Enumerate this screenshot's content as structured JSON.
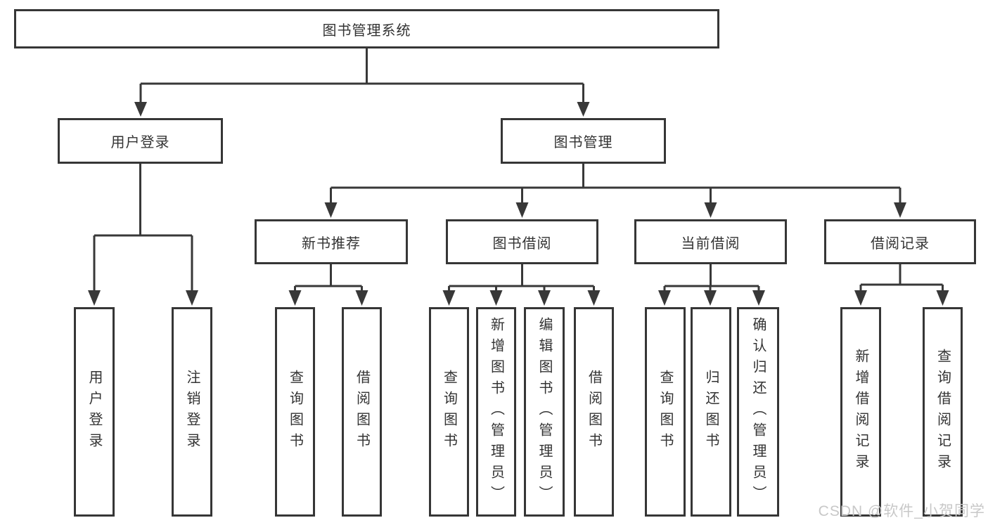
{
  "diagram_type": "hierarchy-tree",
  "style": {
    "line_color": "#383838",
    "box_border_color": "#363636",
    "box_bg": "#ffffff",
    "text_color": "#333333",
    "watermark_color": "#c8c8c8",
    "page_bg": "#ffffff"
  },
  "tree": {
    "label": "图书管理系统",
    "children": [
      {
        "label": "用户登录",
        "children": [
          {
            "label": "用户登录"
          },
          {
            "label": "注销登录"
          }
        ]
      },
      {
        "label": "图书管理",
        "children": [
          {
            "label": "新书推荐",
            "children": [
              {
                "label": "查询图书"
              },
              {
                "label": "借阅图书"
              }
            ]
          },
          {
            "label": "图书借阅",
            "children": [
              {
                "label": "查询图书"
              },
              {
                "label": "新增图书（管理员）"
              },
              {
                "label": "编辑图书（管理员）"
              },
              {
                "label": "借阅图书"
              }
            ]
          },
          {
            "label": "当前借阅",
            "children": [
              {
                "label": "查询图书"
              },
              {
                "label": "归还图书"
              },
              {
                "label": "确认归还（管理员）"
              }
            ]
          },
          {
            "label": "借阅记录",
            "children": [
              {
                "label": "新增借阅记录"
              },
              {
                "label": "查询借阅记录"
              }
            ]
          }
        ]
      }
    ]
  },
  "watermark": {
    "text": "CSDN @软件_小贺同学"
  }
}
